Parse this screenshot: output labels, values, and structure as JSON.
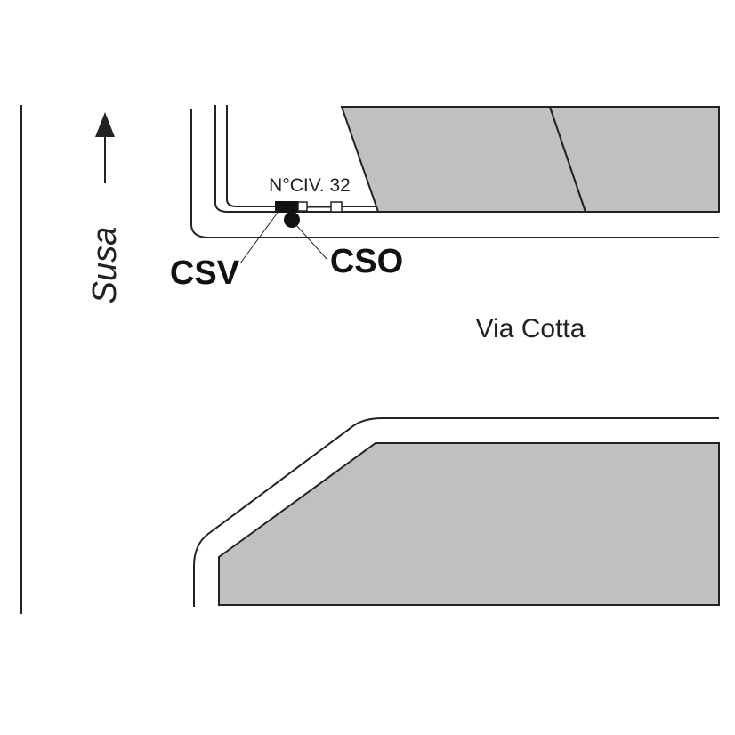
{
  "map": {
    "street_main": "Via Cotta",
    "street_side": "Susa",
    "house_number": "N°CIV. 32",
    "callout_left": "CSV",
    "callout_right": "CSO"
  },
  "colors": {
    "block_fill": "#c0c0c0",
    "line": "#222222",
    "background": "#ffffff"
  },
  "icons": {
    "direction": "arrow-up-icon",
    "valve": "valve-box-icon",
    "point": "circle-point-icon"
  }
}
